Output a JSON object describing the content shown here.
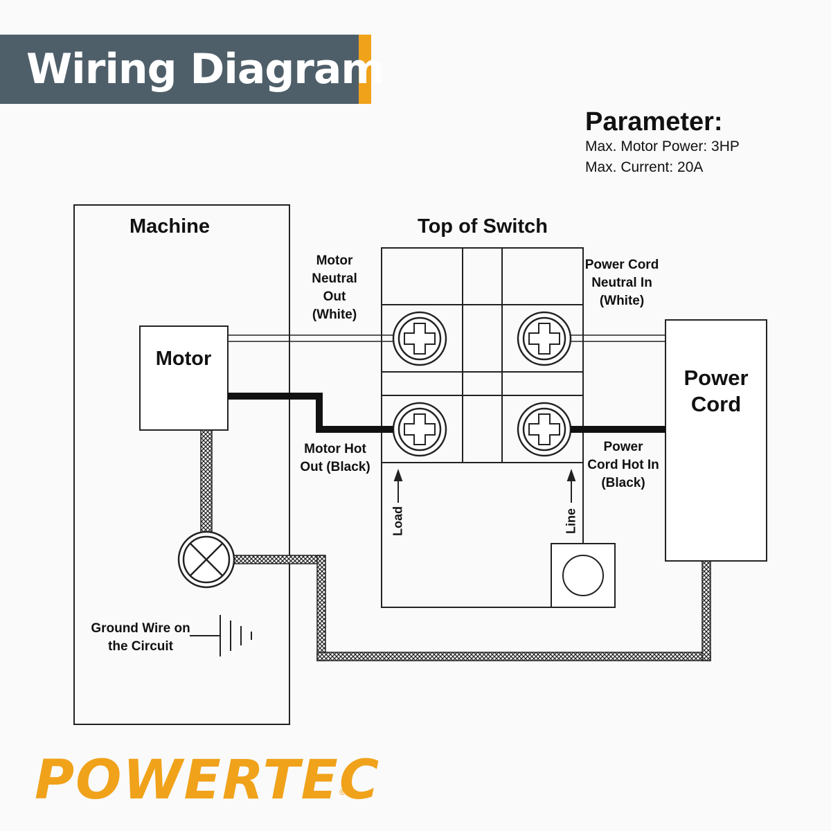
{
  "header": {
    "title": "Wiring Diagram"
  },
  "parameters": {
    "heading": "Parameter:",
    "lines": [
      "Max. Motor Power: 3HP",
      "Max. Current: 20A"
    ]
  },
  "diagram": {
    "machine": "Machine",
    "switch_top": "Top of Switch",
    "motor": "Motor",
    "power_cord": "Power Cord",
    "motor_neutral_out": "Motor Neutral Out (White)",
    "power_cord_neutral_in": "Power Cord Neutral In (White)",
    "motor_hot_out": "Motor Hot Out (Black)",
    "power_cord_hot_in": "Power Cord Hot In (Black)",
    "load": "Load",
    "line": "Line",
    "ground": "Ground Wire on the Circuit"
  },
  "brand": {
    "name": "POWERTEC",
    "mark": "®"
  },
  "colors": {
    "banner": "#4f5f6a",
    "accent": "#f0a21a"
  }
}
